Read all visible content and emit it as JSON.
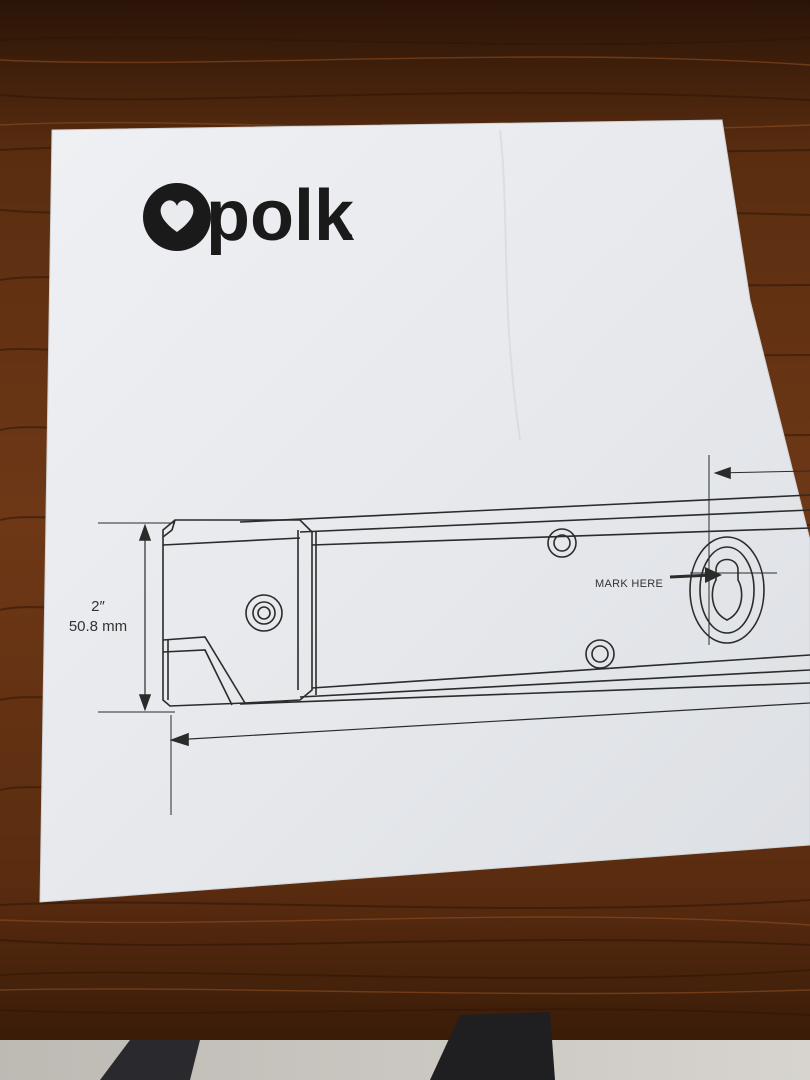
{
  "logo": {
    "brand": "polk"
  },
  "drawing": {
    "height_inches": "2″",
    "height_mm": "50.8 mm",
    "mark_label": "MARK HERE"
  },
  "colors": {
    "paper": "#e9ebee",
    "wood_dark": "#3a1d0c",
    "wood_mid": "#6b3817",
    "wood_light": "#8a4a1f",
    "ink": "#2b2b2b",
    "floor": "#c9c6c1"
  }
}
